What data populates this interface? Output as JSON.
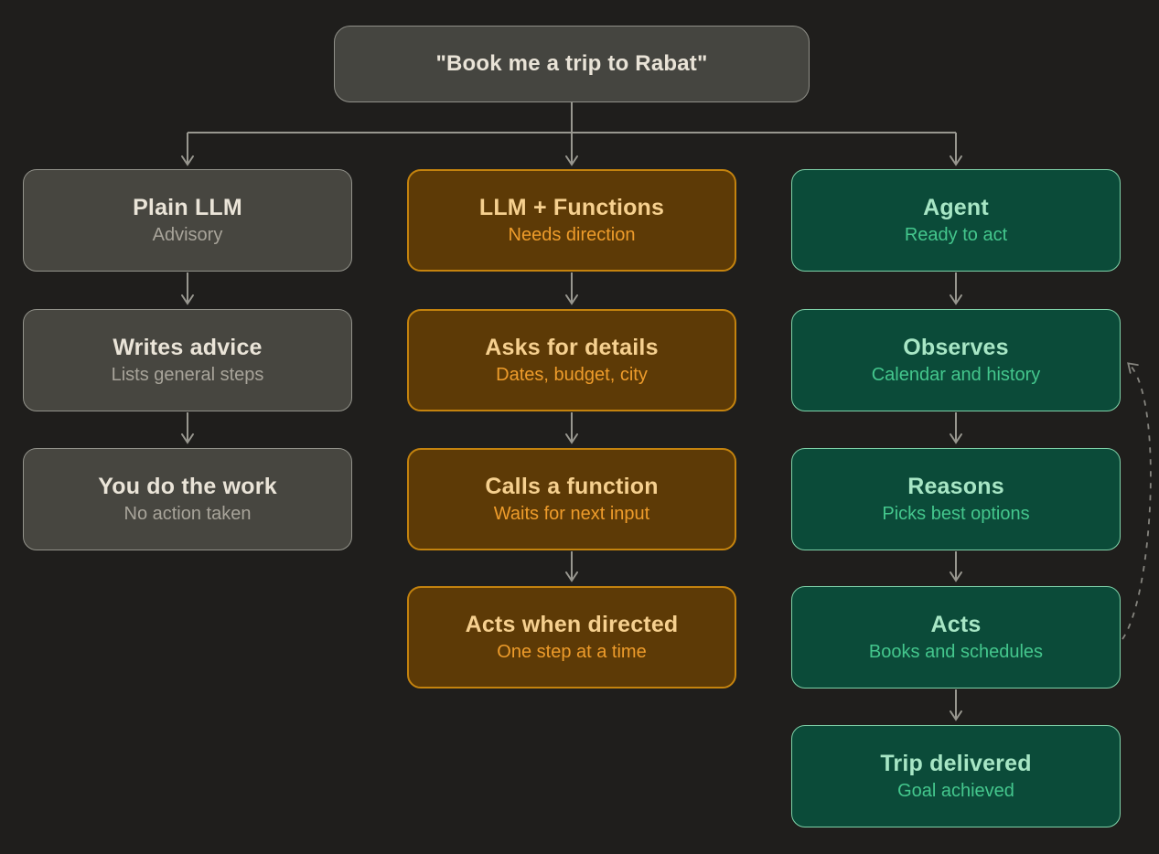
{
  "diagram": {
    "root": {
      "label": "\"Book me a trip to Rabat\""
    },
    "columns": [
      {
        "id": "plain-llm",
        "scheme": "gray",
        "accent_border": "#92928a",
        "accent_fill": "#474640",
        "title_color": "#eae4d8",
        "subtitle_color": "#a8a49a",
        "nodes": [
          {
            "title": "Plain LLM",
            "subtitle": "Advisory"
          },
          {
            "title": "Writes advice",
            "subtitle": "Lists general steps"
          },
          {
            "title": "You do the work",
            "subtitle": "No action taken"
          }
        ]
      },
      {
        "id": "llm-functions",
        "scheme": "orange",
        "accent_border": "#c4830e",
        "accent_fill": "#5d3a06",
        "title_color": "#f6d08f",
        "subtitle_color": "#ee9c2b",
        "nodes": [
          {
            "title": "LLM + Functions",
            "subtitle": "Needs direction"
          },
          {
            "title": "Asks for details",
            "subtitle": "Dates, budget, city"
          },
          {
            "title": "Calls a function",
            "subtitle": "Waits for next input"
          },
          {
            "title": "Acts when directed",
            "subtitle": "One step at a time"
          }
        ]
      },
      {
        "id": "agent",
        "scheme": "green",
        "accent_border": "#7fd2a9",
        "accent_fill": "#0b4b39",
        "title_color": "#a7e6c5",
        "subtitle_color": "#44c78d",
        "nodes": [
          {
            "title": "Agent",
            "subtitle": "Ready to act"
          },
          {
            "title": "Observes",
            "subtitle": "Calendar and history"
          },
          {
            "title": "Reasons",
            "subtitle": "Picks best options"
          },
          {
            "title": "Acts",
            "subtitle": "Books and schedules"
          },
          {
            "title": "Trip delivered",
            "subtitle": "Goal achieved"
          }
        ]
      }
    ],
    "edges": [
      {
        "from": "root",
        "to": "Plain LLM"
      },
      {
        "from": "root",
        "to": "LLM + Functions"
      },
      {
        "from": "root",
        "to": "Agent"
      },
      {
        "from": "Plain LLM",
        "to": "Writes advice"
      },
      {
        "from": "Writes advice",
        "to": "You do the work"
      },
      {
        "from": "LLM + Functions",
        "to": "Asks for details"
      },
      {
        "from": "Asks for details",
        "to": "Calls a function"
      },
      {
        "from": "Calls a function",
        "to": "Acts when directed"
      },
      {
        "from": "Agent",
        "to": "Observes"
      },
      {
        "from": "Observes",
        "to": "Reasons"
      },
      {
        "from": "Reasons",
        "to": "Acts"
      },
      {
        "from": "Acts",
        "to": "Trip delivered"
      },
      {
        "from": "Acts",
        "to": "Observes",
        "style": "dashed-feedback-loop"
      }
    ],
    "colors": {
      "background": "#1f1e1c",
      "connector": "#98978f",
      "feedback_dashed": "#85847e"
    }
  }
}
